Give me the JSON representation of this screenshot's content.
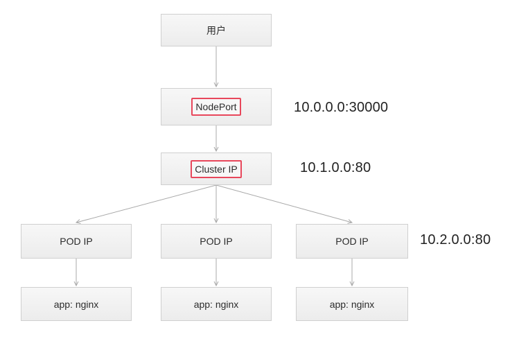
{
  "nodes": {
    "user": "用户",
    "nodeport": "NodePort",
    "cluster_ip": "Cluster IP",
    "pods": [
      "POD IP",
      "POD IP",
      "POD IP"
    ],
    "apps": [
      "app: nginx",
      "app: nginx",
      "app: nginx"
    ]
  },
  "addresses": {
    "nodeport": "10.0.0.0:30000",
    "cluster_ip": "10.1.0.0:80",
    "pod": "10.2.0.0:80"
  },
  "colors": {
    "highlight_border": "#e8475b",
    "node_border": "#cfcfcf",
    "connector": "#a8a8a8"
  }
}
